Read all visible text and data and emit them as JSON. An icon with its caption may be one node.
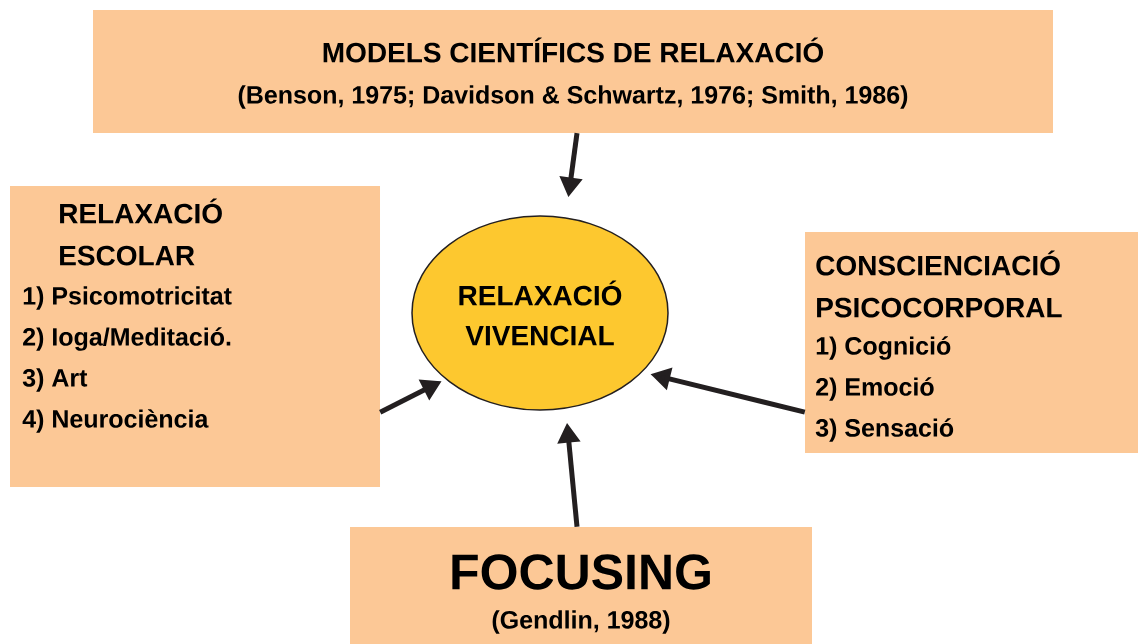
{
  "diagram": {
    "nodes": [
      {
        "text": [
          "MODELS CIENTÍFICS DE RELAXACIÓ",
          "(Benson, 1975; Davidson & Schwartz, 1976; Smith, 1986)"
        ]
      },
      {
        "text": [
          "RELAXACIÓ ESCOLAR",
          "1) Psicomotricitat",
          "2) Ioga/Meditació.",
          "3) Art",
          "4) Neurociència"
        ]
      },
      {
        "text": [
          "RELAXACIÓ VIVENCIAL"
        ]
      },
      {
        "text": [
          "CONSCIENCIACIÓ PSICOCORPORAL",
          "1) Cognició",
          "2) Emoció",
          "3) Sensació"
        ]
      },
      {
        "text": [
          "FOCUSING",
          "(Gendlin, 1988)"
        ]
      }
    ],
    "edges": [
      {
        "from": 0,
        "to": 2,
        "arrow": "to"
      },
      {
        "from": 1,
        "to": 2,
        "arrow": "to"
      },
      {
        "from": 3,
        "to": 2,
        "arrow": "to"
      },
      {
        "from": 4,
        "to": 2,
        "arrow": "to"
      }
    ]
  }
}
